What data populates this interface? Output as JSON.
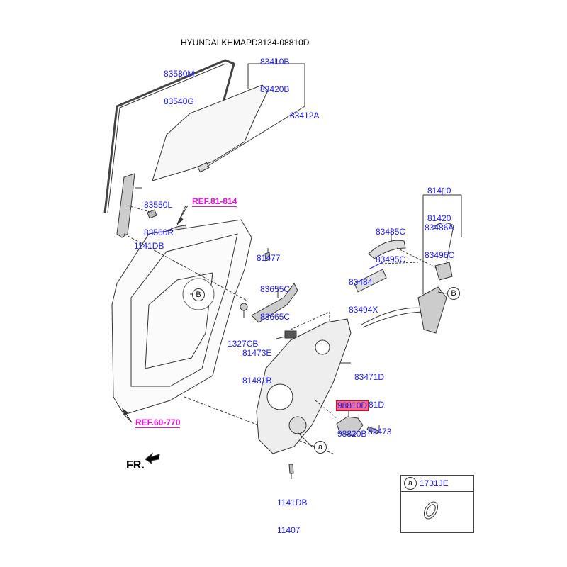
{
  "title": "HYUNDAI KHMAPD3134-08810D",
  "labels": {
    "l_83410": [
      "83410B",
      "83420B"
    ],
    "l_83530": [
      "83530M",
      "83540G"
    ],
    "l_83412": [
      "83412A"
    ],
    "l_83550": [
      "83550L",
      "83560R"
    ],
    "l_1141_top": [
      "1141DB"
    ],
    "l_81477": [
      "81477"
    ],
    "l_83655": [
      "83655C",
      "83665C"
    ],
    "l_1327": [
      "1327CB"
    ],
    "l_81473": [
      "81473E",
      "81481B"
    ],
    "l_81410": [
      "81410",
      "81420"
    ],
    "l_83486": [
      "83486A",
      "83496C"
    ],
    "l_83485": [
      "83485C",
      "83495C"
    ],
    "l_83484": [
      "83484",
      "83494X"
    ],
    "l_83471": [
      "83471D",
      "83481D"
    ],
    "l_98810_hl": "98810D",
    "l_98820": "98820B",
    "l_82473": [
      "82473"
    ],
    "l_1141_bot": [
      "1141DB",
      "11407"
    ]
  },
  "refs": {
    "ref_81": "REF.81-814",
    "ref_60": "REF.60-770"
  },
  "callouts": {
    "b": "B",
    "a": "a"
  },
  "front_label": "FR.",
  "legend": {
    "marker": "a",
    "code": "1731JE"
  },
  "colors": {
    "part_number": "#1a1aff",
    "reference": "#e614d6",
    "highlight_fill": "#ff6b86",
    "highlight_border": "#e0002a"
  }
}
